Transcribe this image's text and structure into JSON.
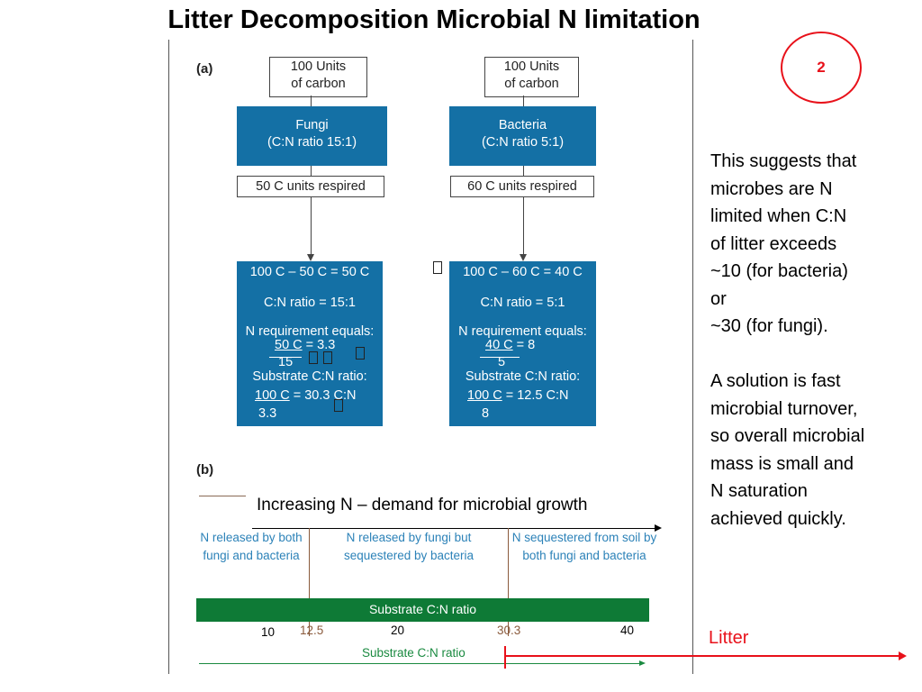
{
  "title": "Litter Decomposition Microbial N limitation",
  "slide_number": "2",
  "panel_a": {
    "label": "(a)",
    "fungi": {
      "input": [
        "100 Units",
        "of carbon"
      ],
      "organism": [
        "Fungi",
        "(C:N ratio 15:1)"
      ],
      "respired": "50 C units respired",
      "calc": {
        "line1": "100 C – 50 C = 50 C",
        "line2": "C:N ratio = 15:1",
        "line3": "N requirement equals:",
        "frac_num": "50 C",
        "frac_rest": " = 3.3",
        "frac_den": "15",
        "line5": "Substrate C:N ratio:",
        "sub_num": "100 C",
        "sub_rest": " = 30.3 C:N",
        "sub_den": "3.3"
      }
    },
    "bacteria": {
      "input": [
        "100 Units",
        "of carbon"
      ],
      "organism": [
        "Bacteria",
        "(C:N ratio 5:1)"
      ],
      "respired": "60 C units respired",
      "calc": {
        "line1": "100 C – 60 C = 40 C",
        "line2": "C:N ratio = 5:1",
        "line3": "N requirement equals:",
        "frac_num": "40 C",
        "frac_rest": " = 8",
        "frac_den": "5",
        "line5": "Substrate C:N ratio:",
        "sub_num": "100 C",
        "sub_rest": " = 12.5 C:N",
        "sub_den": "8"
      }
    }
  },
  "panel_b": {
    "label": "(b)",
    "axis_title": "Increasing N – demand for microbial growth",
    "regions": [
      "N released by both fungi and bacteria",
      "N released by fungi but sequestered by bacteria",
      "N sequestered from soil by both fungi and bacteria"
    ],
    "bar_label": "Substrate C:N ratio",
    "ticks": [
      "10",
      "12.5",
      "20",
      "30.3",
      "40"
    ],
    "bottom_axis_label": "Substrate C:N ratio"
  },
  "notes": {
    "para1": [
      "This suggests that",
      "microbes are N",
      "limited when C:N",
      "of litter exceeds",
      "~10 (for bacteria)",
      "or",
      "~30 (for fungi)."
    ],
    "para2": [
      "A solution is fast",
      "microbial turnover,",
      "so overall microbial",
      "mass is small and",
      "N saturation",
      "achieved quickly."
    ]
  },
  "litter_label": "Litter",
  "colors": {
    "box_blue": "#1470a5",
    "bar_green": "#0e7a36",
    "region_text": "#2c82b8",
    "litter_red": "#e8111a",
    "circle_red": "#e8111a",
    "tick_brown": "#8a5a3c"
  }
}
